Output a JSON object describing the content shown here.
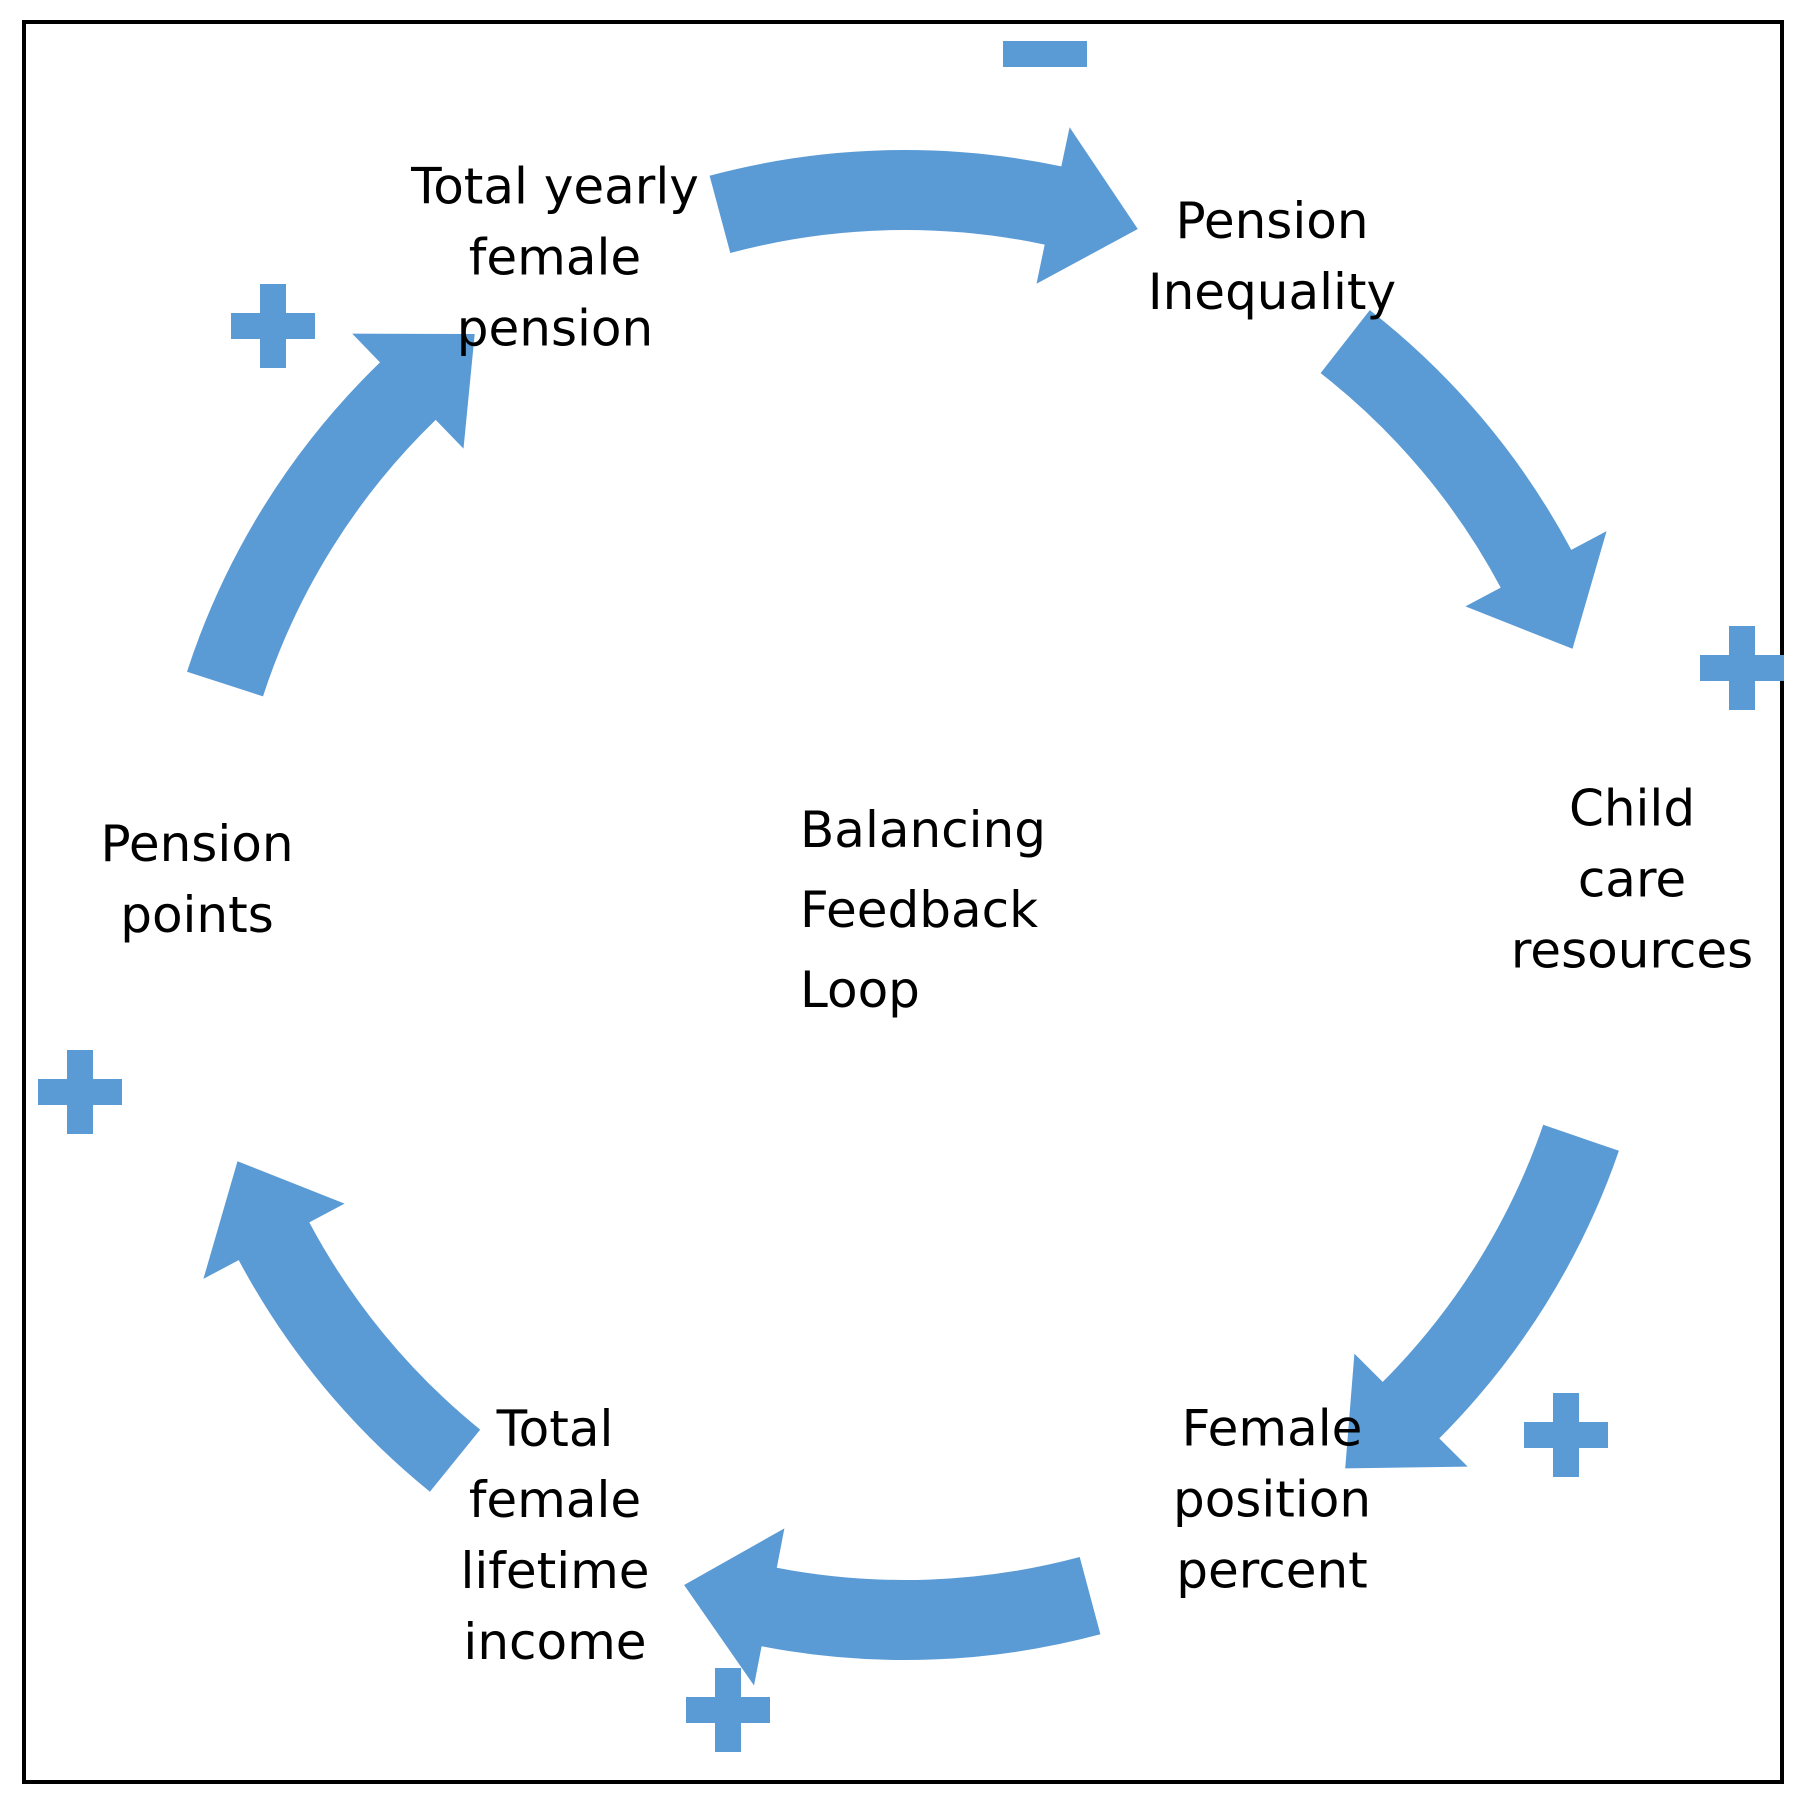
{
  "diagram": {
    "center_label": "Balancing\nFeedback\nLoop",
    "arrow_color": "#5b9bd5",
    "nodes": [
      {
        "id": "total-yearly-female-pension",
        "label": "Total yearly\nfemale\npension"
      },
      {
        "id": "pension-inequality",
        "label": "Pension\nInequality"
      },
      {
        "id": "child-care-resources",
        "label": "Child care\nresources"
      },
      {
        "id": "female-position-percent",
        "label": "Female\nposition\npercent"
      },
      {
        "id": "total-female-lifetime-income",
        "label": "Total\nfemale\nlifetime\nincome"
      },
      {
        "id": "pension-points",
        "label": "Pension\npoints"
      }
    ],
    "links": [
      {
        "from": "total-yearly-female-pension",
        "to": "pension-inequality",
        "polarity": "minus"
      },
      {
        "from": "pension-inequality",
        "to": "child-care-resources",
        "polarity": "plus"
      },
      {
        "from": "child-care-resources",
        "to": "female-position-percent",
        "polarity": "plus"
      },
      {
        "from": "female-position-percent",
        "to": "total-female-lifetime-income",
        "polarity": "plus"
      },
      {
        "from": "total-female-lifetime-income",
        "to": "pension-points",
        "polarity": "plus"
      },
      {
        "from": "pension-points",
        "to": "total-yearly-female-pension",
        "polarity": "plus"
      }
    ]
  }
}
